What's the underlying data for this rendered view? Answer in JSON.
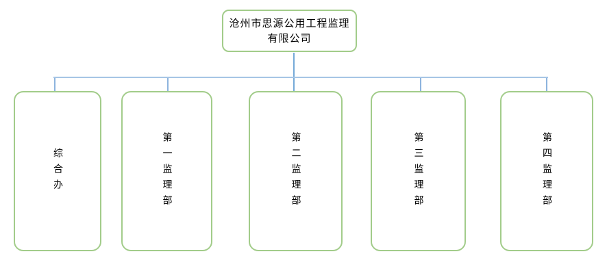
{
  "org_chart": {
    "root": {
      "full_name": "沧州市思源公用工程监理有限公司",
      "name_lines": [
        "沧州市思源公用工程监理",
        "有限公司"
      ]
    },
    "departments": [
      {
        "label": "综合办"
      },
      {
        "label": "第一监理部"
      },
      {
        "label": "第二监理部"
      },
      {
        "label": "第三监理部"
      },
      {
        "label": "第四监理部"
      }
    ],
    "colors": {
      "box_border_green": "#a2cc8a",
      "connector_stem_blue": "#74a9d8",
      "connector_bus_blue": "#a6c5e5",
      "connector_drop_blue": "#8db4de",
      "text": "#000000",
      "background": "#ffffff"
    }
  }
}
